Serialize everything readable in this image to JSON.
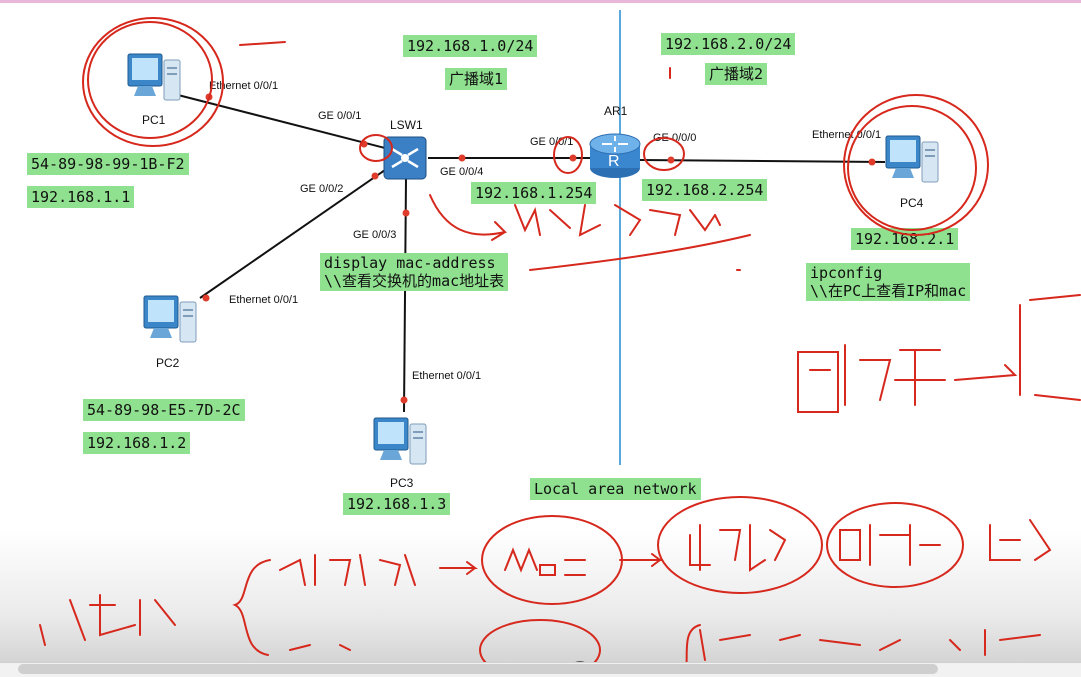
{
  "subnets": {
    "left": "192.168.1.0/24",
    "right": "192.168.2.0/24",
    "left_domain": "广播域1",
    "right_domain": "广播域2"
  },
  "devices": {
    "pc1": "PC1",
    "pc2": "PC2",
    "pc3": "PC3",
    "pc4": "PC4",
    "switch": "LSW1",
    "router": "AR1"
  },
  "ports": {
    "pc1_eth": "Ethernet 0/0/1",
    "pc2_eth": "Ethernet 0/0/1",
    "pc3_eth": "Ethernet 0/0/1",
    "pc4_eth": "Ethernet 0/0/1",
    "sw_ge1": "GE 0/0/1",
    "sw_ge2": "GE 0/0/2",
    "sw_ge3": "GE 0/0/3",
    "sw_ge4": "GE 0/0/4",
    "ar_ge1": "GE 0/0/1",
    "ar_ge0": "GE 0/0/0"
  },
  "labels": {
    "pc1_mac": "54-89-98-99-1B-F2",
    "pc1_ip": "192.168.1.1",
    "pc2_mac": "54-89-98-E5-7D-2C",
    "pc2_ip": "192.168.1.2",
    "pc3_ip": "192.168.1.3",
    "pc4_ip": "192.168.2.1",
    "gw_left": "192.168.1.254",
    "gw_right": "192.168.2.254",
    "cmd_switch": "display mac-address\n\\\\查看交换机的mac地址表",
    "cmd_pc": "ipconfig\n\\\\在PC上查看IP和mac",
    "lan": "Local area network"
  },
  "colors": {
    "label_bg": "#8fe08f",
    "divider": "#5aa8dc",
    "link_dot": "#e03c2c",
    "ink": "#d6281c"
  }
}
